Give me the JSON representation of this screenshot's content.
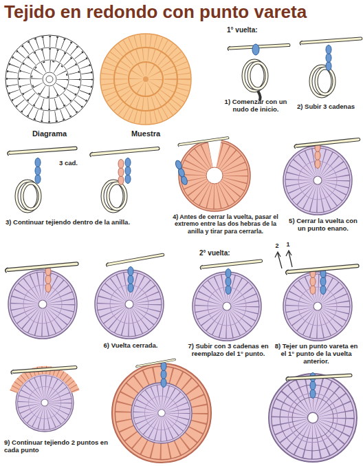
{
  "diagram": {
    "title": "Tejido en redondo con punto vareta",
    "labels": [
      "1° vuelta:",
      "Diagrama",
      "Muestra",
      "1) Comenzar con un nudo de inicio.",
      "2) Subir 3 cadenas",
      "3 cad.",
      "3) Continuar tejiendo dentro de la anilla.",
      "4) Antes de cerrar la vuelta, pasar el extremo entre las dos hebras de la anilla y tirar para cerrarla.",
      "5) Cerrar la vuelta con un punto enano.",
      "2° vuelta:",
      "2",
      "1",
      "6) Vuelta cerrada.",
      "7) Subir con 3 cadenas en reemplazo del 1° punto.",
      "8) Tejer un punto vareta en el 1° punto de la vuelta anterior.",
      "9) Continuar tejiendo 2 puntos en cada punto"
    ]
  }
}
